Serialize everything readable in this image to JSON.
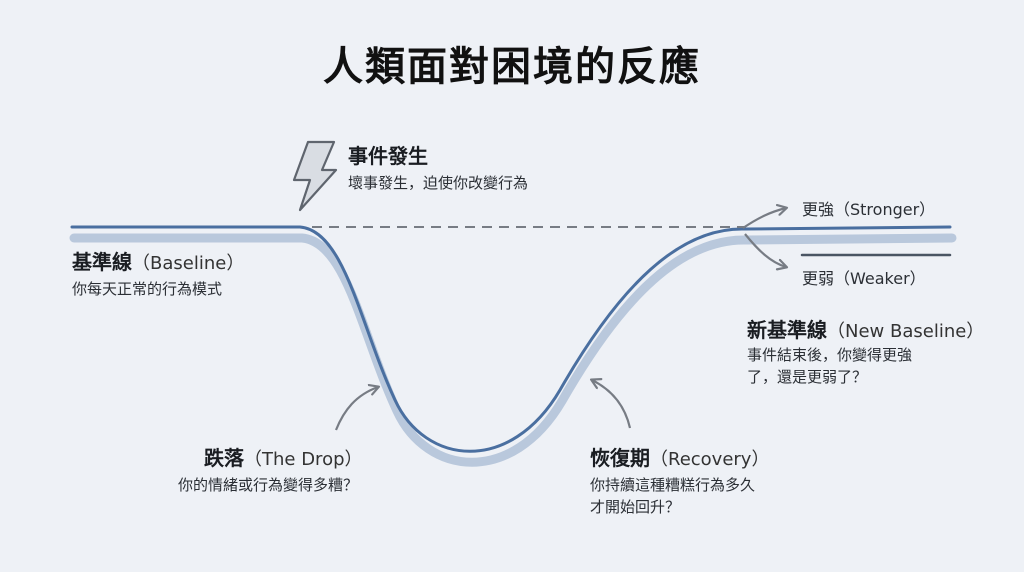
{
  "title": "人類面對困境的反應",
  "event": {
    "title": "事件發生",
    "desc": "壞事發生，迫使你改變行為"
  },
  "baseline": {
    "title": "基準線",
    "en": "（Baseline）",
    "desc": "你每天正常的行為模式"
  },
  "drop": {
    "title": "跌落",
    "en": "（The Drop）",
    "desc": "你的情緒或行為變得多糟？"
  },
  "recovery": {
    "title": "恢復期",
    "en": "（Recovery）",
    "desc_line1": "你持續這種糟糕行為多久",
    "desc_line2": "才開始回升？"
  },
  "new_baseline": {
    "title": "新基準線",
    "en": "（New Baseline）",
    "desc_line1": "事件結束後，你變得更強",
    "desc_line2": "了，還是更弱了？"
  },
  "stronger": "更強（Stronger）",
  "weaker": "更弱（Weaker）",
  "colors": {
    "curve": "#4a6fa0",
    "shadow": "#b9c8dc",
    "dashed": "#777c84",
    "arrow": "#777c84",
    "bolt_fill": "#d9dde3",
    "bolt_stroke": "#5f656e"
  }
}
